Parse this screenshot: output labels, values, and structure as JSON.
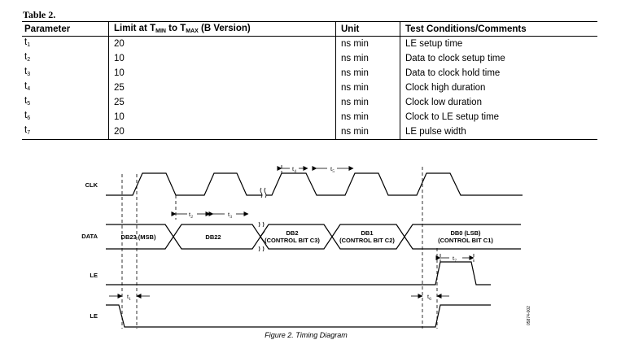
{
  "table_title": "Table 2.",
  "columns": {
    "parameter": "Parameter",
    "limit_prefix": "Limit at T",
    "limit_min_sub": "MIN",
    "limit_mid": " to T",
    "limit_max_sub": "MAX",
    "limit_suffix": " (B Version)",
    "unit": "Unit",
    "conditions": "Test Conditions/Comments"
  },
  "rows": [
    {
      "param": "t",
      "sub": "1",
      "limit": "20",
      "unit": "ns min",
      "comment": "LE setup time"
    },
    {
      "param": "t",
      "sub": "2",
      "limit": "10",
      "unit": "ns min",
      "comment": "Data to clock setup time"
    },
    {
      "param": "t",
      "sub": "3",
      "limit": "10",
      "unit": "ns min",
      "comment": "Data to clock hold time"
    },
    {
      "param": "t",
      "sub": "4",
      "limit": "25",
      "unit": "ns min",
      "comment": "Clock high duration"
    },
    {
      "param": "t",
      "sub": "5",
      "limit": "25",
      "unit": "ns min",
      "comment": "Clock low duration"
    },
    {
      "param": "t",
      "sub": "6",
      "limit": "10",
      "unit": "ns min",
      "comment": "Clock to LE setup time"
    },
    {
      "param": "t",
      "sub": "7",
      "limit": "20",
      "unit": "ns min",
      "comment": "LE pulse width"
    }
  ],
  "diagram": {
    "signals": {
      "clk": "CLK",
      "data": "DATA",
      "le1": "LE",
      "le2": "LE"
    },
    "data_cells": {
      "db23": "DB23 (MSB)",
      "db22": "DB22",
      "db2_a": "DB2",
      "db2_b": "(CONTROL BIT C3)",
      "db1_a": "DB1",
      "db1_b": "(CONTROL BIT C2)",
      "db0_a": "DB0 (LSB)",
      "db0_b": "(CONTROL BIT C1)"
    },
    "timing_labels": {
      "t1": "t",
      "t2": "t",
      "t3": "t",
      "t4": "t",
      "t5": "t",
      "t6": "t",
      "t7": "t"
    },
    "timing_subs": {
      "t1": "1",
      "t2": "2",
      "t3": "3",
      "t4": "4",
      "t5": "5",
      "t6": "6",
      "t7": "7"
    },
    "side_code": "05874-002",
    "caption": "Figure 2. Timing Diagram"
  }
}
